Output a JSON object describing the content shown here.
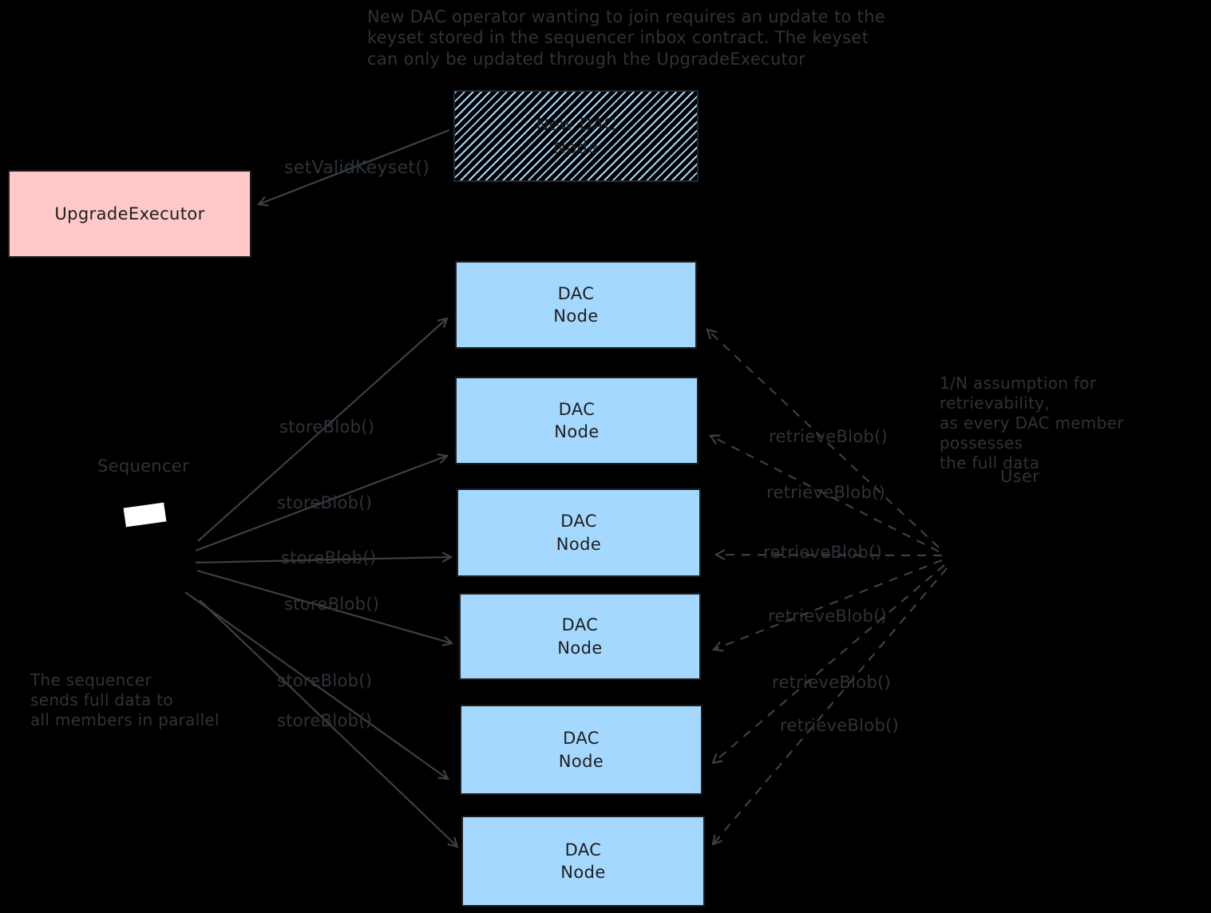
{
  "colors": {
    "background": "#000000",
    "box_blue": "#a5d8ff",
    "box_pink": "#ffc9c9",
    "ink": "#1e1e1e",
    "note_ink": "#2e3338",
    "arrow_ink": "#3a4046",
    "white": "#ffffff"
  },
  "notes": {
    "top": "New DAC operator wanting to join requires an update to the\nkeyset stored in the sequencer inbox contract. The keyset\ncan only be updated through the UpgradeExecutor",
    "left": "The sequencer\nsends full data to\nall members in parallel",
    "right": "1/N assumption for retrievability,\nas every DAC member possesses\nthe full data"
  },
  "boxes": {
    "upgrade_executor": "UpgradeExecutor",
    "new_dac_node": "New DAC\nNode",
    "dac_node": "DAC\nNode"
  },
  "actors": {
    "sequencer": "Sequencer",
    "user": "User"
  },
  "arrow_labels": {
    "set_valid_keyset": "setValidKeyset()",
    "store_blob": "storeBlob()",
    "retrieve_blob": "retrieveBlob()"
  }
}
